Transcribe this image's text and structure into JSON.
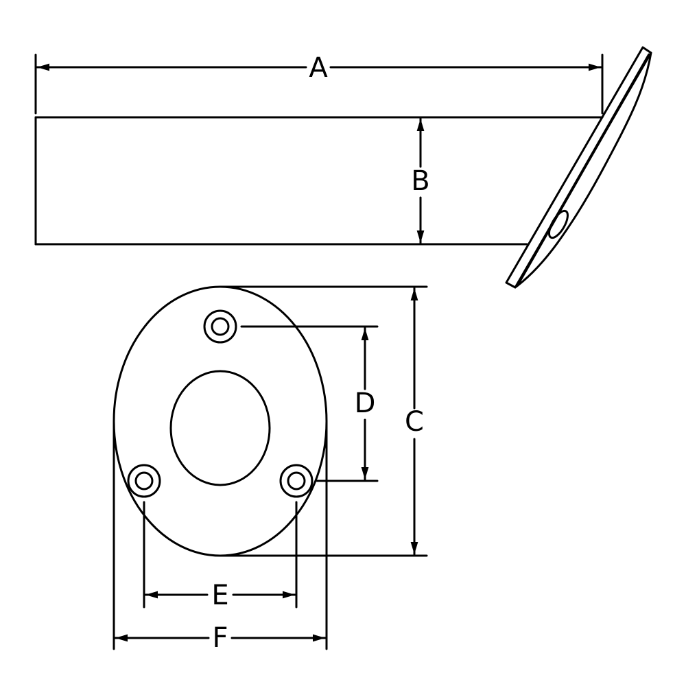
{
  "diagram": {
    "type": "technical-dimension-drawing",
    "colors": {
      "line": "#000000",
      "background": "#ffffff"
    },
    "dimensions": {
      "A": "A",
      "B": "B",
      "C": "C",
      "D": "D",
      "E": "E",
      "F": "F"
    }
  }
}
